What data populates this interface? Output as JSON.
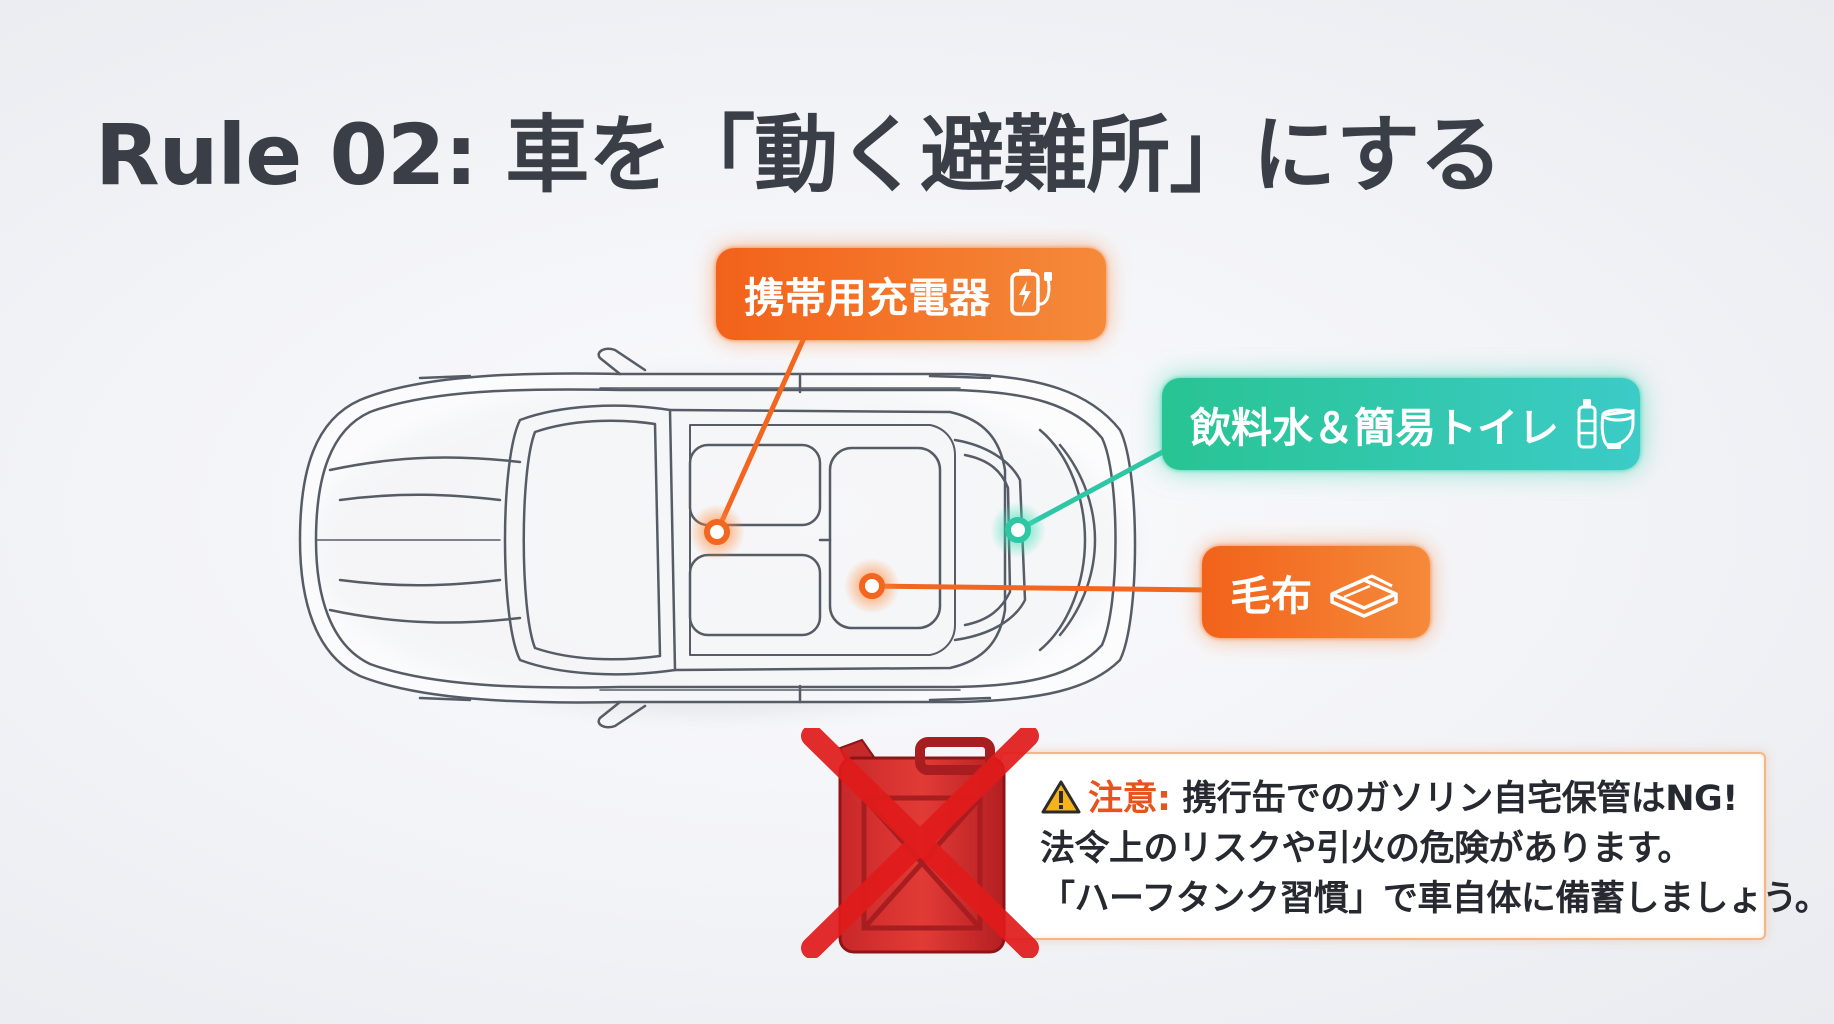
{
  "title": "Rule 02: 車を「動く避難所」にする",
  "callouts": {
    "charger": {
      "label": "携帯用充電器",
      "icon": "battery-charger-icon",
      "color": "#f2621a"
    },
    "water_toilet": {
      "label": "飲料水＆簡易トイレ",
      "icon": "water-bottle-toilet-icon",
      "color": "#2ec7a5"
    },
    "blanket": {
      "label": "毛布",
      "icon": "folded-blanket-icon",
      "color": "#f2621a"
    }
  },
  "warning": {
    "icon": "warning-triangle-icon",
    "caution_label": "注意:",
    "line1_text": "携行缶でのガソリン自宅保管はNG!",
    "line2": "法令上のリスクや引火の危険があります。",
    "line3": "「ハーフタンク習慣」で車自体に備蓄しましょう。"
  },
  "crossed_icon": "crossed-out-gasoline-can-icon"
}
